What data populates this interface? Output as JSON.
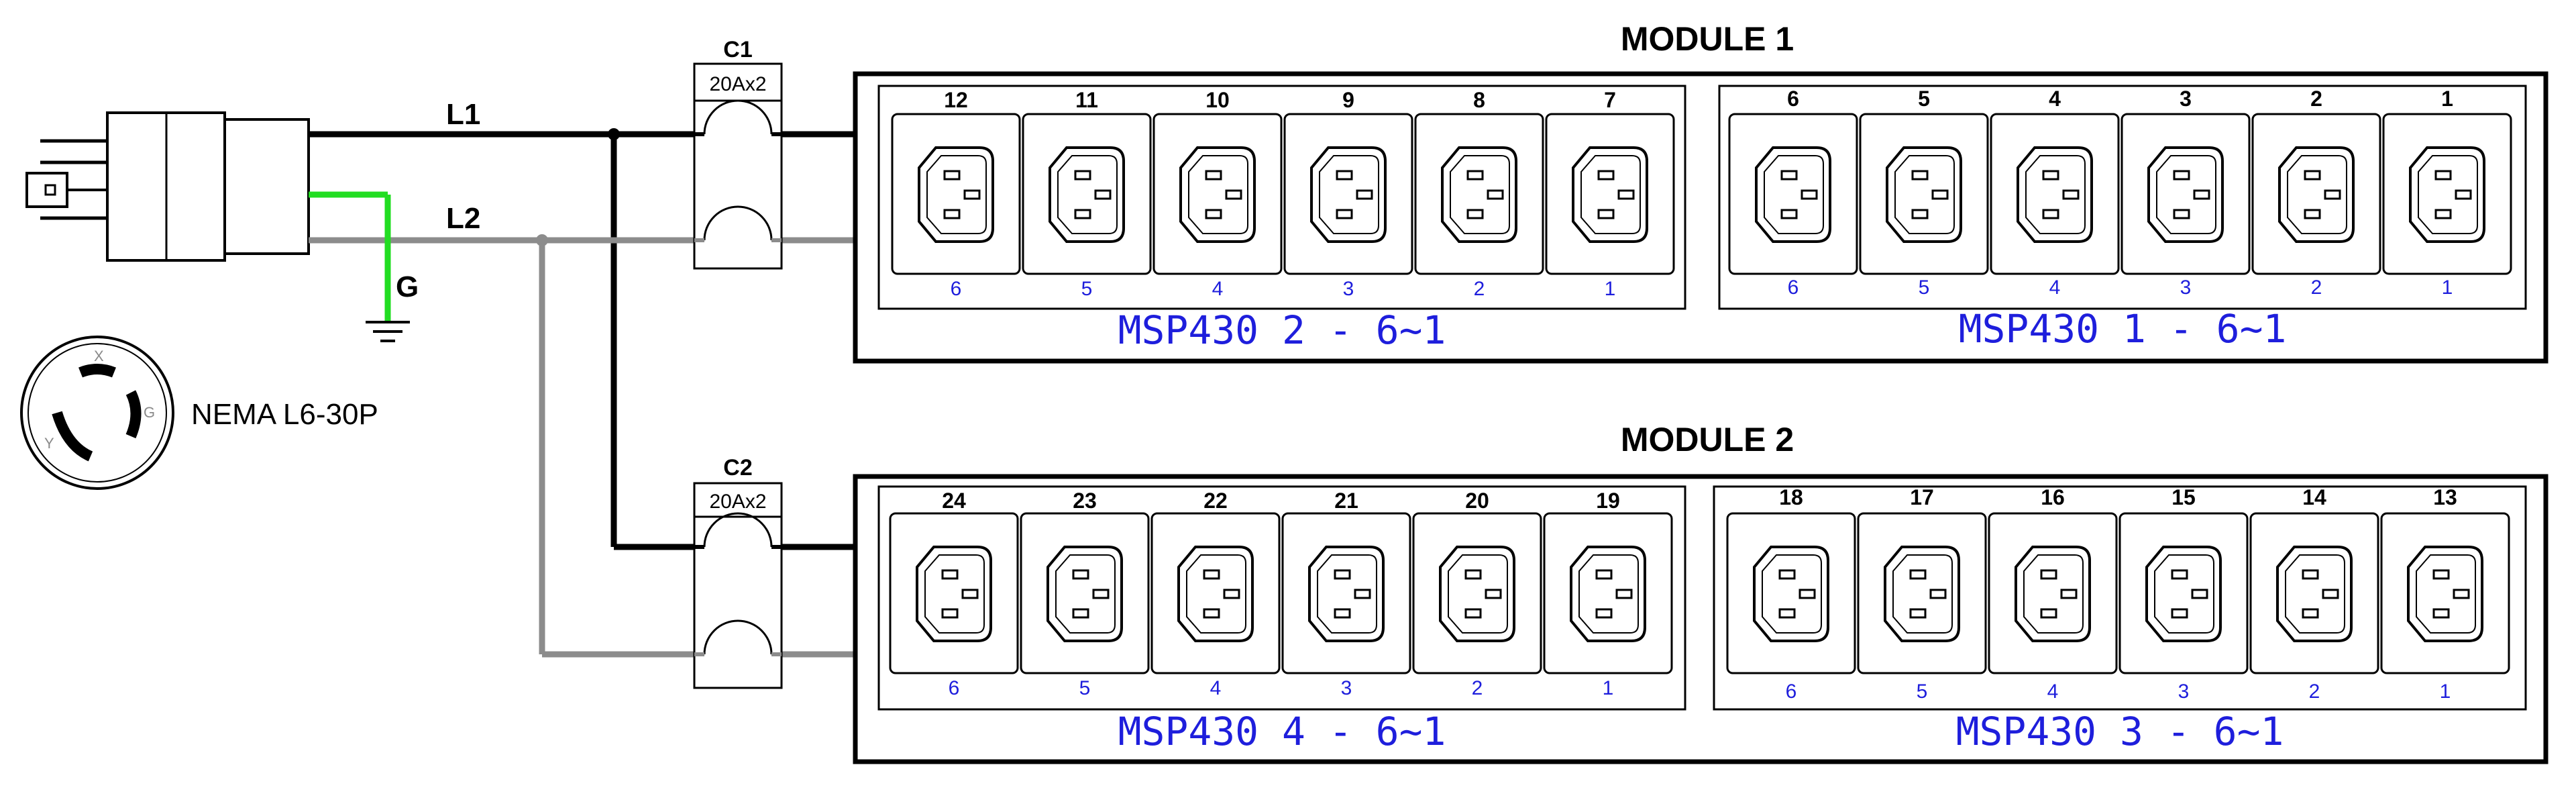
{
  "plug": {
    "name": "NEMA L6-30P",
    "pins": {
      "x": "X",
      "y": "Y",
      "g": "G"
    }
  },
  "wires": {
    "l1": "L1",
    "l2": "L2",
    "ground": "G"
  },
  "breakers": [
    {
      "label": "C1",
      "rating": "20Ax2"
    },
    {
      "label": "C2",
      "rating": "20Ax2"
    }
  ],
  "modules": [
    {
      "title": "MODULE 1",
      "groups": [
        {
          "caption": "MSP430 2 - 6~1",
          "outlets": [
            "12",
            "11",
            "10",
            "9",
            "8",
            "7"
          ],
          "sub": [
            "6",
            "5",
            "4",
            "3",
            "2",
            "1"
          ]
        },
        {
          "caption": "MSP430 1 - 6~1",
          "outlets": [
            "6",
            "5",
            "4",
            "3",
            "2",
            "1"
          ],
          "sub": [
            "6",
            "5",
            "4",
            "3",
            "2",
            "1"
          ]
        }
      ]
    },
    {
      "title": "MODULE 2",
      "groups": [
        {
          "caption": "MSP430 4 - 6~1",
          "outlets": [
            "24",
            "23",
            "22",
            "21",
            "20",
            "19"
          ],
          "sub": [
            "6",
            "5",
            "4",
            "3",
            "2",
            "1"
          ]
        },
        {
          "caption": "MSP430 3 - 6~1",
          "outlets": [
            "18",
            "17",
            "16",
            "15",
            "14",
            "13"
          ],
          "sub": [
            "6",
            "5",
            "4",
            "3",
            "2",
            "1"
          ]
        }
      ]
    }
  ],
  "colors": {
    "line_black": "#000000",
    "line_grey": "#8c8c8c",
    "ground_green": "#22dd22",
    "text_blue": "#1e1edc"
  }
}
